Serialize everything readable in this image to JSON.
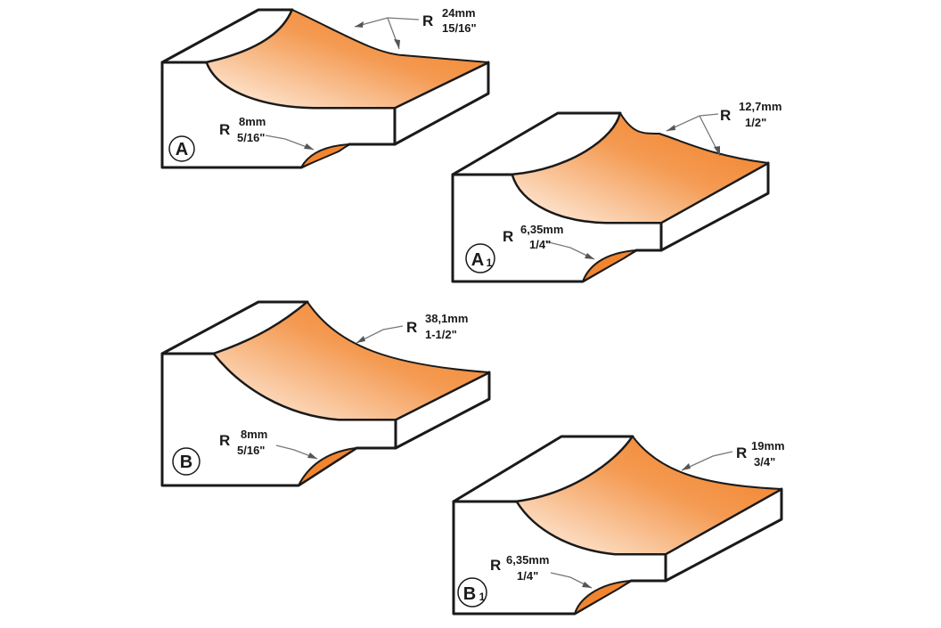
{
  "colors": {
    "orange_dark": "#f07c1e",
    "orange_light": "#fff3e8",
    "outline": "#1a1a1a",
    "leader": "#777777"
  },
  "profiles": [
    {
      "id": "A",
      "badge": "A",
      "badge_sub": "",
      "large": {
        "r": "R",
        "mm": "24mm",
        "inch": "15/16\""
      },
      "small": {
        "r": "R",
        "mm": "8mm",
        "inch": "5/16\""
      }
    },
    {
      "id": "A1",
      "badge": "A",
      "badge_sub": "1",
      "large": {
        "r": "R",
        "mm": "12,7mm",
        "inch": "1/2\""
      },
      "small": {
        "r": "R",
        "mm": "6,35mm",
        "inch": "1/4\""
      }
    },
    {
      "id": "B",
      "badge": "B",
      "badge_sub": "",
      "large": {
        "r": "R",
        "mm": "38,1mm",
        "inch": "1-1/2\""
      },
      "small": {
        "r": "R",
        "mm": "8mm",
        "inch": "5/16\""
      }
    },
    {
      "id": "B1",
      "badge": "B",
      "badge_sub": "1",
      "large": {
        "r": "R",
        "mm": "19mm",
        "inch": "3/4\""
      },
      "small": {
        "r": "R",
        "mm": "6,35mm",
        "inch": "1/4\""
      }
    }
  ]
}
